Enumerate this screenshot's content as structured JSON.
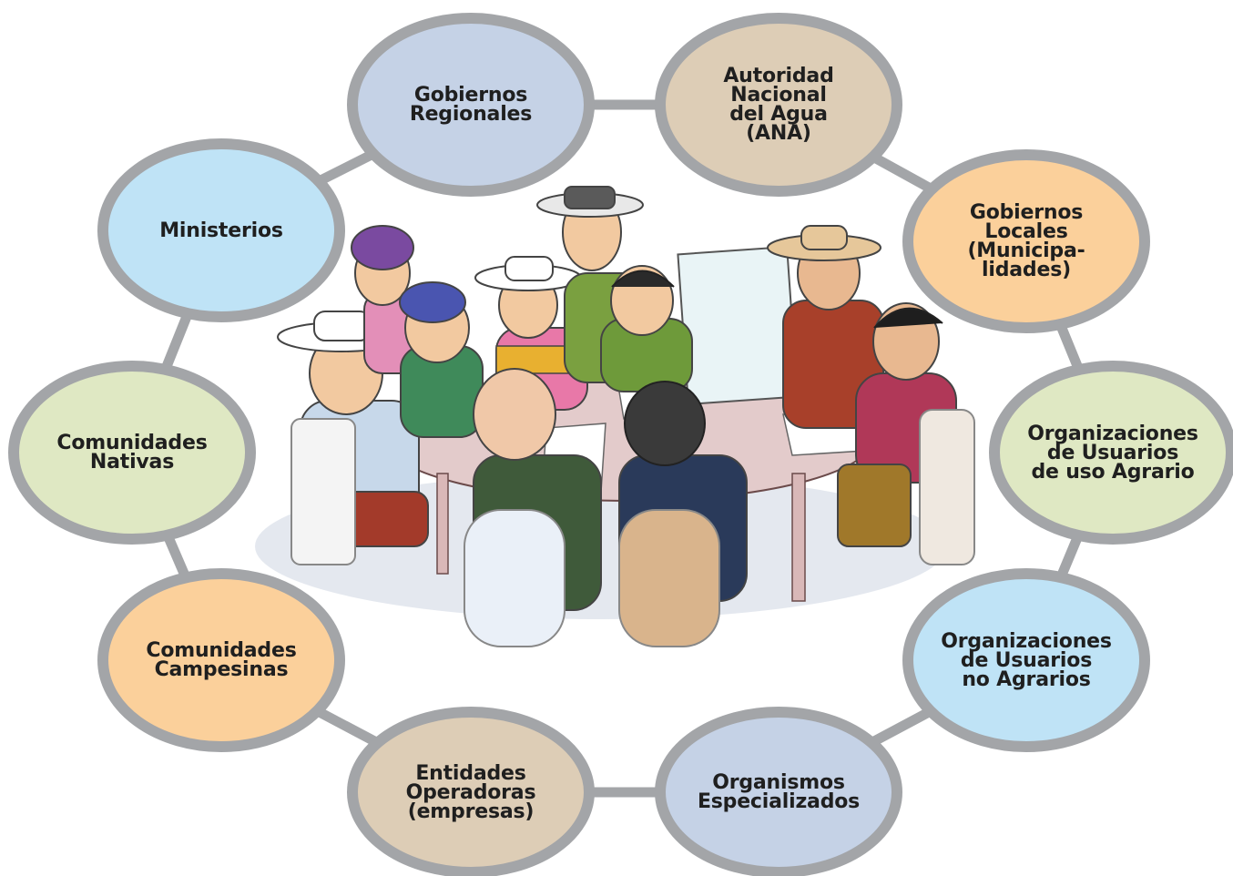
{
  "nodes": [
    {
      "id": "gobiernos-regionales",
      "label": "Gobiernos\nRegionales",
      "color": "#c5d2e6"
    },
    {
      "id": "ana",
      "label": "Autoridad\nNacional\ndel Agua\n(ANA)",
      "color": "#ddcdb6"
    },
    {
      "id": "gobiernos-locales",
      "label": "Gobiernos\nLocales\n(Municipa-\nlidades)",
      "color": "#fbd09b"
    },
    {
      "id": "org-usuarios-agrario",
      "label": "Organizaciones\nde Usuarios\nde uso Agrario",
      "color": "#dfe8c3"
    },
    {
      "id": "org-usuarios-no-agrarios",
      "label": "Organizaciones\nde Usuarios\nno Agrarios",
      "color": "#bfe3f6"
    },
    {
      "id": "organismos-especializados",
      "label": "Organismos\nEspecializados",
      "color": "#c5d2e6"
    },
    {
      "id": "entidades-operadoras",
      "label": "Entidades\nOperadoras\n(empresas)",
      "color": "#ddcdb6"
    },
    {
      "id": "comunidades-campesinas",
      "label": "Comunidades\nCampesinas",
      "color": "#fbd09b"
    },
    {
      "id": "comunidades-nativas",
      "label": "Comunidades\nNativas",
      "color": "#dfe8c3"
    },
    {
      "id": "ministerios",
      "label": "Ministerios",
      "color": "#bfe3f6"
    }
  ],
  "colors": {
    "ring": "#a3a5a8",
    "table": "#e3cbcb",
    "shadow": "#cfd6e2"
  }
}
